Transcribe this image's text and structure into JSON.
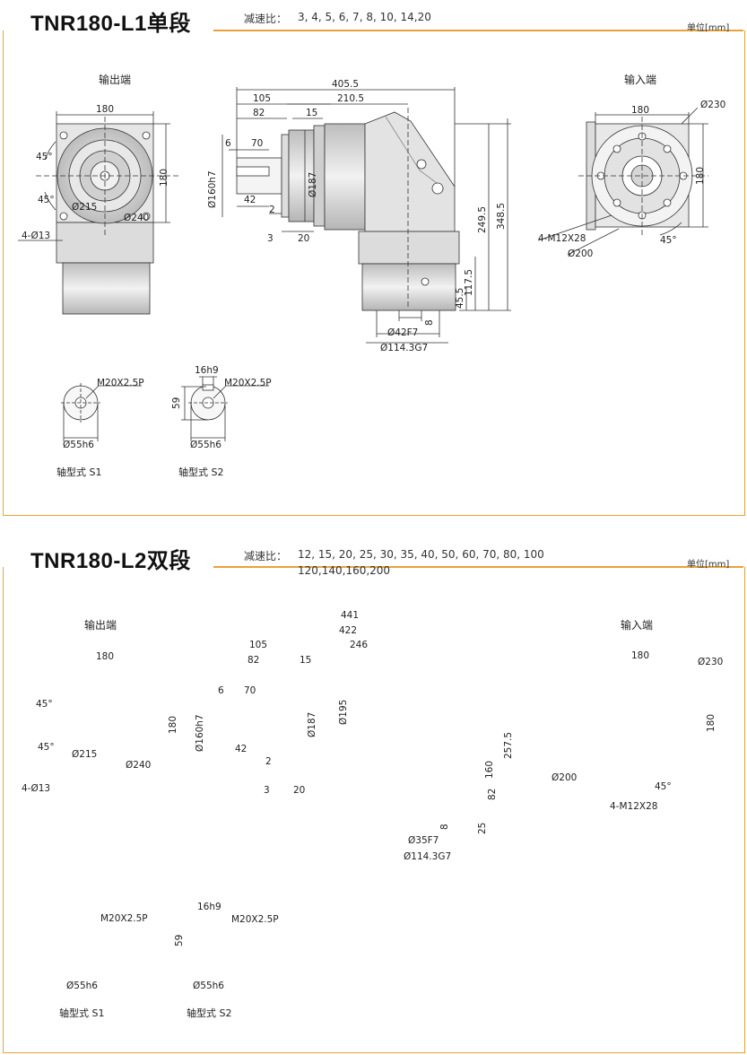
{
  "section1": {
    "title": "TNR180-L1单段",
    "ratio_label": "减速比：",
    "ratios": "3, 4, 5, 6, 7, 8, 10, 14,20",
    "unit": "单位[mm]",
    "output_label": "输出端",
    "input_label": "输入端",
    "shaft_s1": "轴型式 S1",
    "shaft_s2": "轴型式 S2",
    "dims": {
      "out_180": "180",
      "out_180v": "180",
      "out_45a": "45°",
      "out_45b": "45°",
      "out_215": "Ø215",
      "out_240": "Ø240",
      "out_4d13": "4-Ø13",
      "side_405": "405.5",
      "side_105": "105",
      "side_210": "210.5",
      "side_82": "82",
      "side_15": "15",
      "side_6": "6",
      "side_70": "70",
      "side_160": "Ø160h7",
      "side_187": "Ø187",
      "side_42": "42",
      "side_2": "2",
      "side_3": "3",
      "side_20": "20",
      "side_249": "249.5",
      "side_348": "348.5",
      "side_117": "117.5",
      "side_45": "45.5",
      "side_8": "8",
      "side_42f7": "Ø42F7",
      "side_114": "Ø114.3G7",
      "in_180": "180",
      "in_180v": "180",
      "in_230": "Ø230",
      "in_m12": "4-M12X28",
      "in_200": "Ø200",
      "in_45": "45°",
      "s1_m20": "M20X2.5P",
      "s1_55": "Ø55h6",
      "s2_16": "16h9",
      "s2_59": "59",
      "s2_m20": "M20X2.5P",
      "s2_55": "Ø55h6"
    }
  },
  "section2": {
    "title": "TNR180-L2双段",
    "ratio_label": "减速比：",
    "ratios_line1": "12, 15, 20, 25, 30, 35, 40, 50, 60, 70, 80, 100",
    "ratios_line2": "120,140,160,200",
    "unit": "单位[mm]",
    "output_label": "输出端",
    "input_label": "输入端",
    "shaft_s1": "轴型式 S1",
    "shaft_s2": "轴型式 S2",
    "dims": {
      "out_180": "180",
      "out_180v": "180",
      "out_45a": "45°",
      "out_45b": "45°",
      "out_215": "Ø215",
      "out_240": "Ø240",
      "out_4d13": "4-Ø13",
      "side_441": "441",
      "side_422": "422",
      "side_105": "105",
      "side_246": "246",
      "side_82": "82",
      "side_15": "15",
      "side_6": "6",
      "side_70": "70",
      "side_160": "Ø160h7",
      "side_187": "Ø187",
      "side_195": "Ø195",
      "side_42": "42",
      "side_2": "2",
      "side_3": "3",
      "side_20": "20",
      "side_257": "257.5",
      "side_160b": "160",
      "side_82b": "82",
      "side_25": "25",
      "side_8": "8",
      "side_35f7": "Ø35F7",
      "side_114": "Ø114.3G7",
      "in_180": "180",
      "in_180v": "180",
      "in_230": "Ø230",
      "in_m12": "4-M12X28",
      "in_200": "Ø200",
      "in_45": "45°",
      "s1_m20": "M20X2.5P",
      "s1_55": "Ø55h6",
      "s2_16": "16h9",
      "s2_59": "59",
      "s2_m20": "M20X2.5P",
      "s2_55": "Ø55h6"
    }
  },
  "colors": {
    "accent": "#e8a23a",
    "line": "#333333",
    "body_fill": "#d9d9d9"
  }
}
